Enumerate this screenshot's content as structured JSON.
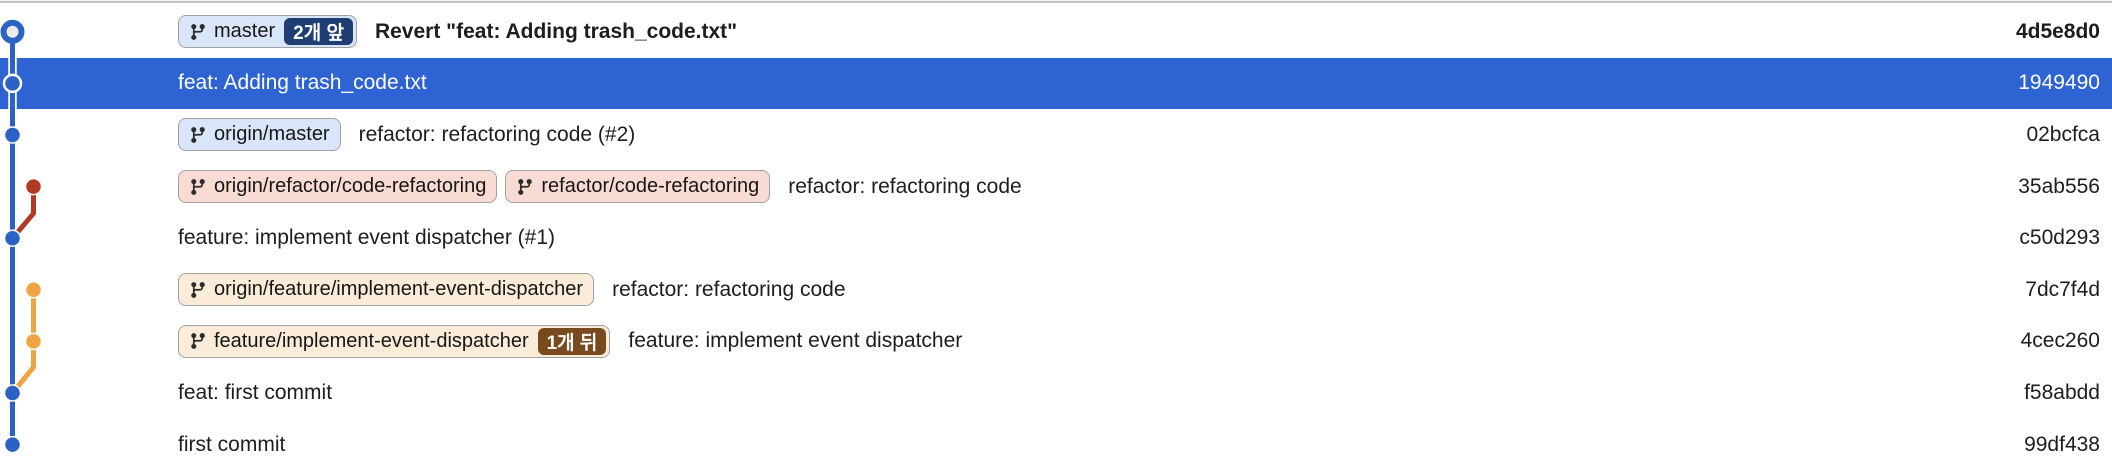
{
  "palette": {
    "selection_bg": "#2e63d3",
    "text": "#1d1d1f",
    "selected_text": "#ffffff",
    "badge_border": "#a1a1a1",
    "top_hairline": "#c4c4c4"
  },
  "badge_styles": {
    "blue": {
      "bg": "#d9e6f9"
    },
    "pink": {
      "bg": "#f8dbd3"
    },
    "tan": {
      "bg": "#faecd9"
    }
  },
  "count_styles": {
    "ahead": {
      "bg": "#1e3e74",
      "fg": "#ffffff"
    },
    "behind": {
      "bg": "#7a4a1f",
      "fg": "#ffffff"
    }
  },
  "graph": {
    "colors": {
      "main": "#2b62c4",
      "branch1": "#b13a25",
      "branch2": "#f0a441",
      "casing": "#ffffff",
      "head_center": "#ebebeb"
    },
    "columns_x": [
      12.5,
      33.5
    ],
    "first_row_y": 31.8,
    "row_step": 51.6,
    "edges": [
      {
        "color": "main",
        "points": [
          [
            0,
            0
          ],
          [
            0,
            8
          ]
        ]
      },
      {
        "color": "branch1",
        "points": [
          [
            1,
            3
          ],
          [
            1,
            3.52
          ],
          [
            0,
            4
          ]
        ]
      },
      {
        "color": "branch2",
        "points": [
          [
            1,
            5
          ],
          [
            1,
            6.5
          ],
          [
            0,
            7
          ]
        ]
      }
    ],
    "nodes": [
      {
        "row": 0,
        "col": 0,
        "type": "head",
        "color": "main"
      },
      {
        "row": 1,
        "col": 0,
        "type": "selected",
        "color": "main"
      },
      {
        "row": 2,
        "col": 0,
        "type": "dot",
        "color": "main"
      },
      {
        "row": 3,
        "col": 1,
        "type": "dot",
        "color": "branch1"
      },
      {
        "row": 4,
        "col": 0,
        "type": "dot",
        "color": "main"
      },
      {
        "row": 5,
        "col": 1,
        "type": "dot",
        "color": "branch2"
      },
      {
        "row": 6,
        "col": 1,
        "type": "dot",
        "color": "branch2"
      },
      {
        "row": 7,
        "col": 0,
        "type": "dot",
        "color": "main"
      },
      {
        "row": 8,
        "col": 0,
        "type": "dot",
        "color": "main"
      }
    ]
  },
  "rows": [
    {
      "message": "Revert \"feat: Adding trash_code.txt\"",
      "hash": "4d5e8d0",
      "head": true,
      "selected": false,
      "badges": [
        {
          "label": "master",
          "style": "blue",
          "count": {
            "label": "2개 앞",
            "style": "ahead"
          }
        }
      ]
    },
    {
      "message": "feat: Adding trash_code.txt",
      "hash": "1949490",
      "head": false,
      "selected": true,
      "badges": []
    },
    {
      "message": "refactor: refactoring code (#2)",
      "hash": "02bcfca",
      "head": false,
      "selected": false,
      "badges": [
        {
          "label": "origin/master",
          "style": "blue"
        }
      ]
    },
    {
      "message": "refactor: refactoring code",
      "hash": "35ab556",
      "head": false,
      "selected": false,
      "badges": [
        {
          "label": "origin/refactor/code-refactoring",
          "style": "pink"
        },
        {
          "label": "refactor/code-refactoring",
          "style": "pink"
        }
      ]
    },
    {
      "message": "feature: implement event dispatcher (#1)",
      "hash": "c50d293",
      "head": false,
      "selected": false,
      "badges": []
    },
    {
      "message": "refactor: refactoring code",
      "hash": "7dc7f4d",
      "head": false,
      "selected": false,
      "badges": [
        {
          "label": "origin/feature/implement-event-dispatcher",
          "style": "tan"
        }
      ]
    },
    {
      "message": "feature: implement event dispatcher",
      "hash": "4cec260",
      "head": false,
      "selected": false,
      "badges": [
        {
          "label": "feature/implement-event-dispatcher",
          "style": "tan",
          "count": {
            "label": "1개 뒤",
            "style": "behind"
          }
        }
      ]
    },
    {
      "message": "feat: first commit",
      "hash": "f58abdd",
      "head": false,
      "selected": false,
      "badges": []
    },
    {
      "message": "first commit",
      "hash": "99df438",
      "head": false,
      "selected": false,
      "badges": []
    }
  ]
}
